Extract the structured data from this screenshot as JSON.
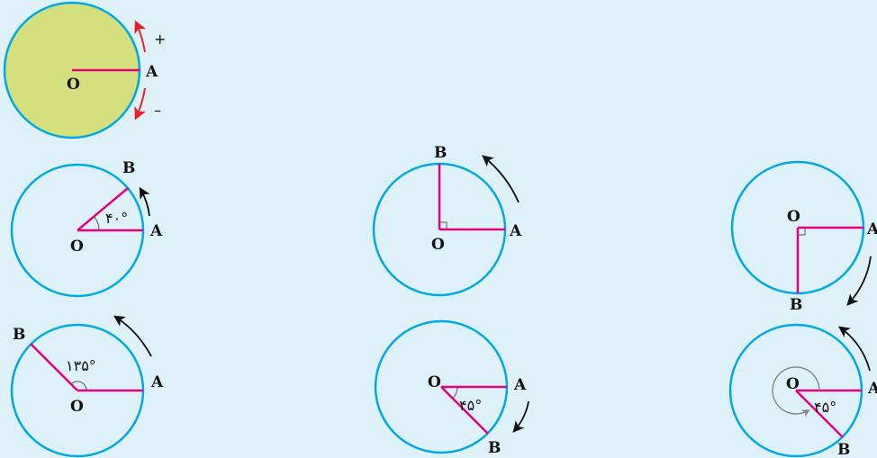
{
  "colors": {
    "background": "#dff1f8",
    "circle_stroke": "#00a9e6",
    "first_circle_fill": "#d4df7e",
    "ray": "#e6007e",
    "black_arrow": "#111111",
    "red_arrow": "#e5212b",
    "gray_arc": "#8a8a8a"
  },
  "figures": [
    {
      "id": "positive-negative-direction",
      "labels": {
        "center": "O",
        "a": "A"
      },
      "signs": {
        "positive": "+",
        "negative": "–"
      }
    },
    {
      "id": "angle-40",
      "labels": {
        "center": "O",
        "a": "A",
        "b": "B"
      },
      "angle_text": "۴۰°"
    },
    {
      "id": "angle-90-ccw",
      "labels": {
        "center": "O",
        "a": "A",
        "b": "B"
      }
    },
    {
      "id": "angle-90-cw",
      "labels": {
        "center": "O",
        "a": "A",
        "b": "B"
      }
    },
    {
      "id": "angle-135",
      "labels": {
        "center": "O",
        "a": "A",
        "b": "B"
      },
      "angle_text": "۱۳۵°"
    },
    {
      "id": "angle-45-cw",
      "labels": {
        "center": "O",
        "a": "A",
        "b": "B"
      },
      "angle_text": "۴۵°"
    },
    {
      "id": "angle-45-reflex",
      "labels": {
        "center": "O",
        "a": "A",
        "b": "B"
      },
      "angle_text": "۴۵°"
    }
  ]
}
